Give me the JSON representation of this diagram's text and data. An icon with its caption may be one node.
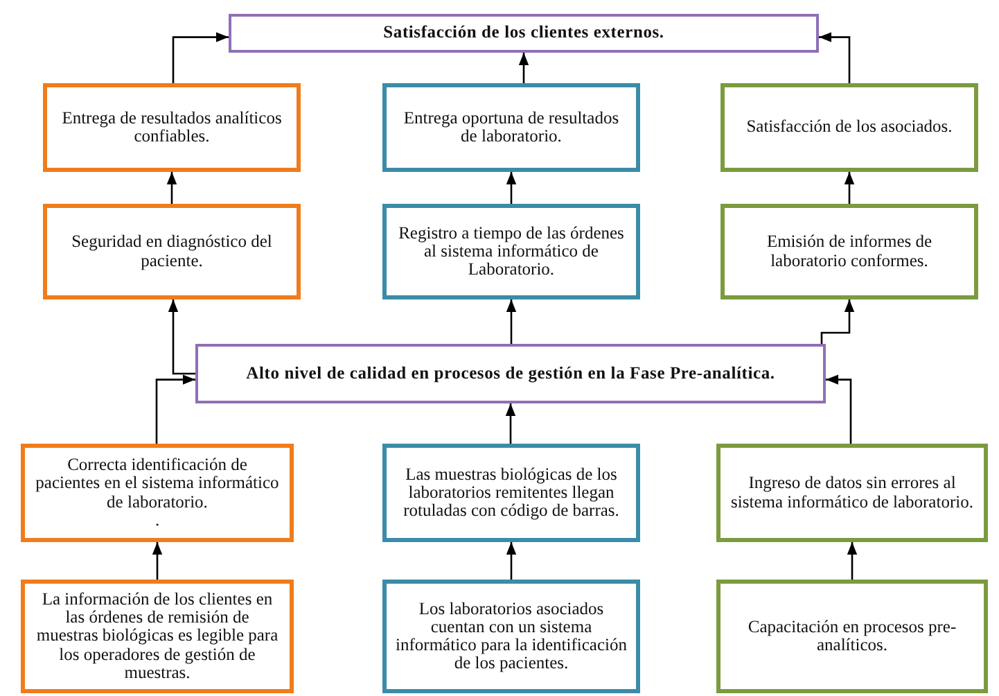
{
  "diagram": {
    "nodes": [
      {
        "text": [
          "Satisfacción de los clientes externos."
        ]
      },
      {
        "text": [
          "Entrega de resultados analíticos confiables."
        ]
      },
      {
        "text": [
          "Entrega oportuna de resultados de laboratorio."
        ]
      },
      {
        "text": [
          "Satisfacción de los asociados."
        ]
      },
      {
        "text": [
          "Seguridad en diagnóstico del paciente."
        ]
      },
      {
        "text": [
          "Registro a tiempo de las órdenes al sistema informático de Laboratorio."
        ]
      },
      {
        "text": [
          "Emisión de informes de laboratorio conformes."
        ]
      },
      {
        "text": [
          "Alto nivel de calidad en procesos de gestión en la Fase Pre-analítica."
        ]
      },
      {
        "text": [
          "Correcta identificación de pacientes en el sistema informático de laboratorio.",
          "."
        ]
      },
      {
        "text": [
          "Las muestras biológicas de los laboratorios remitentes llegan rotuladas con código de barras."
        ]
      },
      {
        "text": [
          "Ingreso de datos sin errores al sistema informático de laboratorio."
        ]
      },
      {
        "text": [
          "La información de los clientes en las órdenes de remisión de muestras biológicas es legible para los operadores de gestión de muestras."
        ]
      },
      {
        "text": [
          "Los laboratorios asociados cuentan con un sistema informático para la identificación de los pacientes."
        ]
      },
      {
        "text": [
          "Capacitación en procesos pre-analíticos."
        ]
      }
    ],
    "edges": [
      {
        "from": 1,
        "to": 0,
        "arrow": "to"
      },
      {
        "from": 2,
        "to": 0,
        "arrow": "to"
      },
      {
        "from": 3,
        "to": 0,
        "arrow": "to"
      },
      {
        "from": 4,
        "to": 1,
        "arrow": "to"
      },
      {
        "from": 5,
        "to": 2,
        "arrow": "to"
      },
      {
        "from": 6,
        "to": 3,
        "arrow": "to"
      },
      {
        "from": 7,
        "to": 4,
        "arrow": "to"
      },
      {
        "from": 7,
        "to": 5,
        "arrow": "to"
      },
      {
        "from": 7,
        "to": 6,
        "arrow": "to"
      },
      {
        "from": 8,
        "to": 7,
        "arrow": "to"
      },
      {
        "from": 9,
        "to": 7,
        "arrow": "to"
      },
      {
        "from": 10,
        "to": 7,
        "arrow": "to"
      },
      {
        "from": 11,
        "to": 8,
        "arrow": "to"
      },
      {
        "from": 12,
        "to": 9,
        "arrow": "to"
      },
      {
        "from": 13,
        "to": 10,
        "arrow": "to"
      }
    ]
  }
}
